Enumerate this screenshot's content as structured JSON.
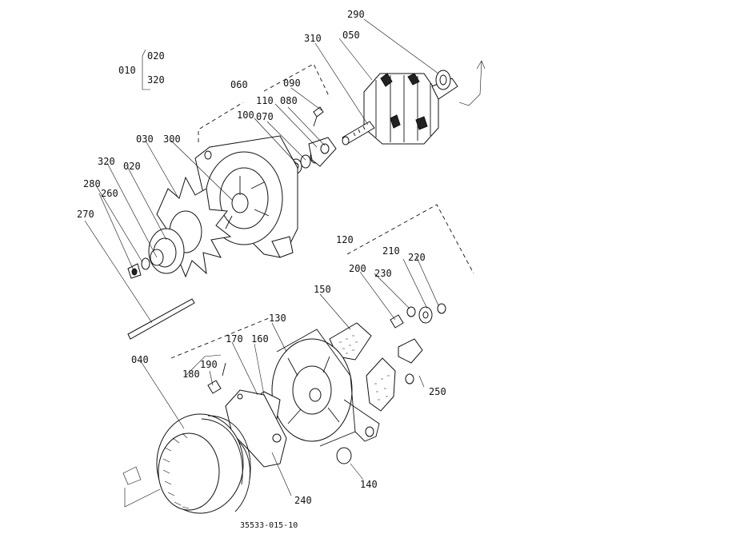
{
  "callouts": [
    {
      "id": "c290",
      "text": "290"
    },
    {
      "id": "c050",
      "text": "050"
    },
    {
      "id": "c310",
      "text": "310"
    },
    {
      "id": "c010",
      "text": "010"
    },
    {
      "id": "c020a",
      "text": "020"
    },
    {
      "id": "c320a",
      "text": "320"
    },
    {
      "id": "c060",
      "text": "060"
    },
    {
      "id": "c090",
      "text": "090"
    },
    {
      "id": "c110",
      "text": "110"
    },
    {
      "id": "c080",
      "text": "080"
    },
    {
      "id": "c100",
      "text": "100"
    },
    {
      "id": "c070",
      "text": "070"
    },
    {
      "id": "c030",
      "text": "030"
    },
    {
      "id": "c300",
      "text": "300"
    },
    {
      "id": "c320b",
      "text": "320"
    },
    {
      "id": "c020b",
      "text": "020"
    },
    {
      "id": "c280",
      "text": "280"
    },
    {
      "id": "c260",
      "text": "260"
    },
    {
      "id": "c270",
      "text": "270"
    },
    {
      "id": "c120",
      "text": "120"
    },
    {
      "id": "c210",
      "text": "210"
    },
    {
      "id": "c220",
      "text": "220"
    },
    {
      "id": "c200",
      "text": "200"
    },
    {
      "id": "c230",
      "text": "230"
    },
    {
      "id": "c150",
      "text": "150"
    },
    {
      "id": "c130",
      "text": "130"
    },
    {
      "id": "c170",
      "text": "170"
    },
    {
      "id": "c160",
      "text": "160"
    },
    {
      "id": "c040",
      "text": "040"
    },
    {
      "id": "c190",
      "text": "190"
    },
    {
      "id": "c180",
      "text": "180"
    },
    {
      "id": "c250",
      "text": "250"
    },
    {
      "id": "c140",
      "text": "140"
    },
    {
      "id": "c240",
      "text": "240"
    }
  ],
  "drawing_number": "35533-015-10"
}
